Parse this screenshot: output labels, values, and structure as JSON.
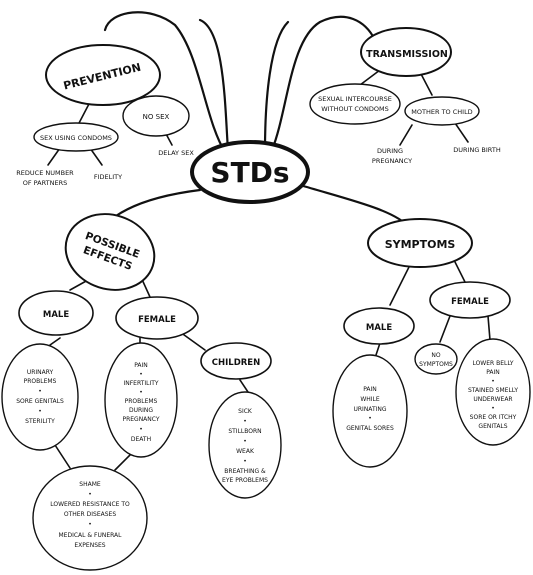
{
  "center": "STDs",
  "prevention": {
    "title": "PREVENTION",
    "condoms": "SEX USING CONDOMS",
    "no_sex": "NO SEX",
    "reduce": [
      "REDUCE NUMBER",
      "OF PARTNERS"
    ],
    "fidelity": "FIDELITY",
    "delay": "DELAY SEX"
  },
  "transmission": {
    "title": "TRANSMISSION",
    "intercourse": [
      "SEXUAL INTERCOURSE",
      "WITHOUT CONDOMS"
    ],
    "mother": "MOTHER TO CHILD",
    "pregnancy": [
      "DURING",
      "PREGNANCY"
    ],
    "birth": "DURING BIRTH"
  },
  "effects": {
    "title": [
      "POSSIBLE",
      "EFFECTS"
    ],
    "male": "MALE",
    "female": "FEMALE",
    "children": "CHILDREN",
    "male_items": [
      "URINARY",
      "PROBLEMS",
      "•",
      "SORE GENITALS",
      "•",
      "STERILITY"
    ],
    "female_items": [
      "PAIN",
      "•",
      "INFERTILITY",
      "•",
      "PROBLEMS",
      "DURING",
      "PREGNANCY",
      "•",
      "DEATH"
    ],
    "children_items": [
      "SICK",
      "•",
      "STILLBORN",
      "•",
      "WEAK",
      "•",
      "BREATHING &",
      "EYE PROBLEMS"
    ],
    "shared_items": [
      "SHAME",
      "•",
      "LOWERED RESISTANCE TO",
      "OTHER DISEASES",
      "•",
      "MEDICAL & FUNERAL",
      "EXPENSES"
    ]
  },
  "symptoms": {
    "title": "SYMPTOMS",
    "male": "MALE",
    "female": "FEMALE",
    "male_items": [
      "PAIN",
      "WHILE",
      "URINATING",
      "•",
      "GENITAL SORES"
    ],
    "no_symptoms": [
      "NO",
      "SYMPTOMS"
    ],
    "female_items": [
      "LOWER BELLY",
      "PAIN",
      "•",
      "STAINED SMELLY",
      "UNDERWEAR",
      "•",
      "SORE OR ITCHY",
      "GENITALS"
    ]
  },
  "colors": {
    "ink": "#111111",
    "background": "#ffffff"
  }
}
